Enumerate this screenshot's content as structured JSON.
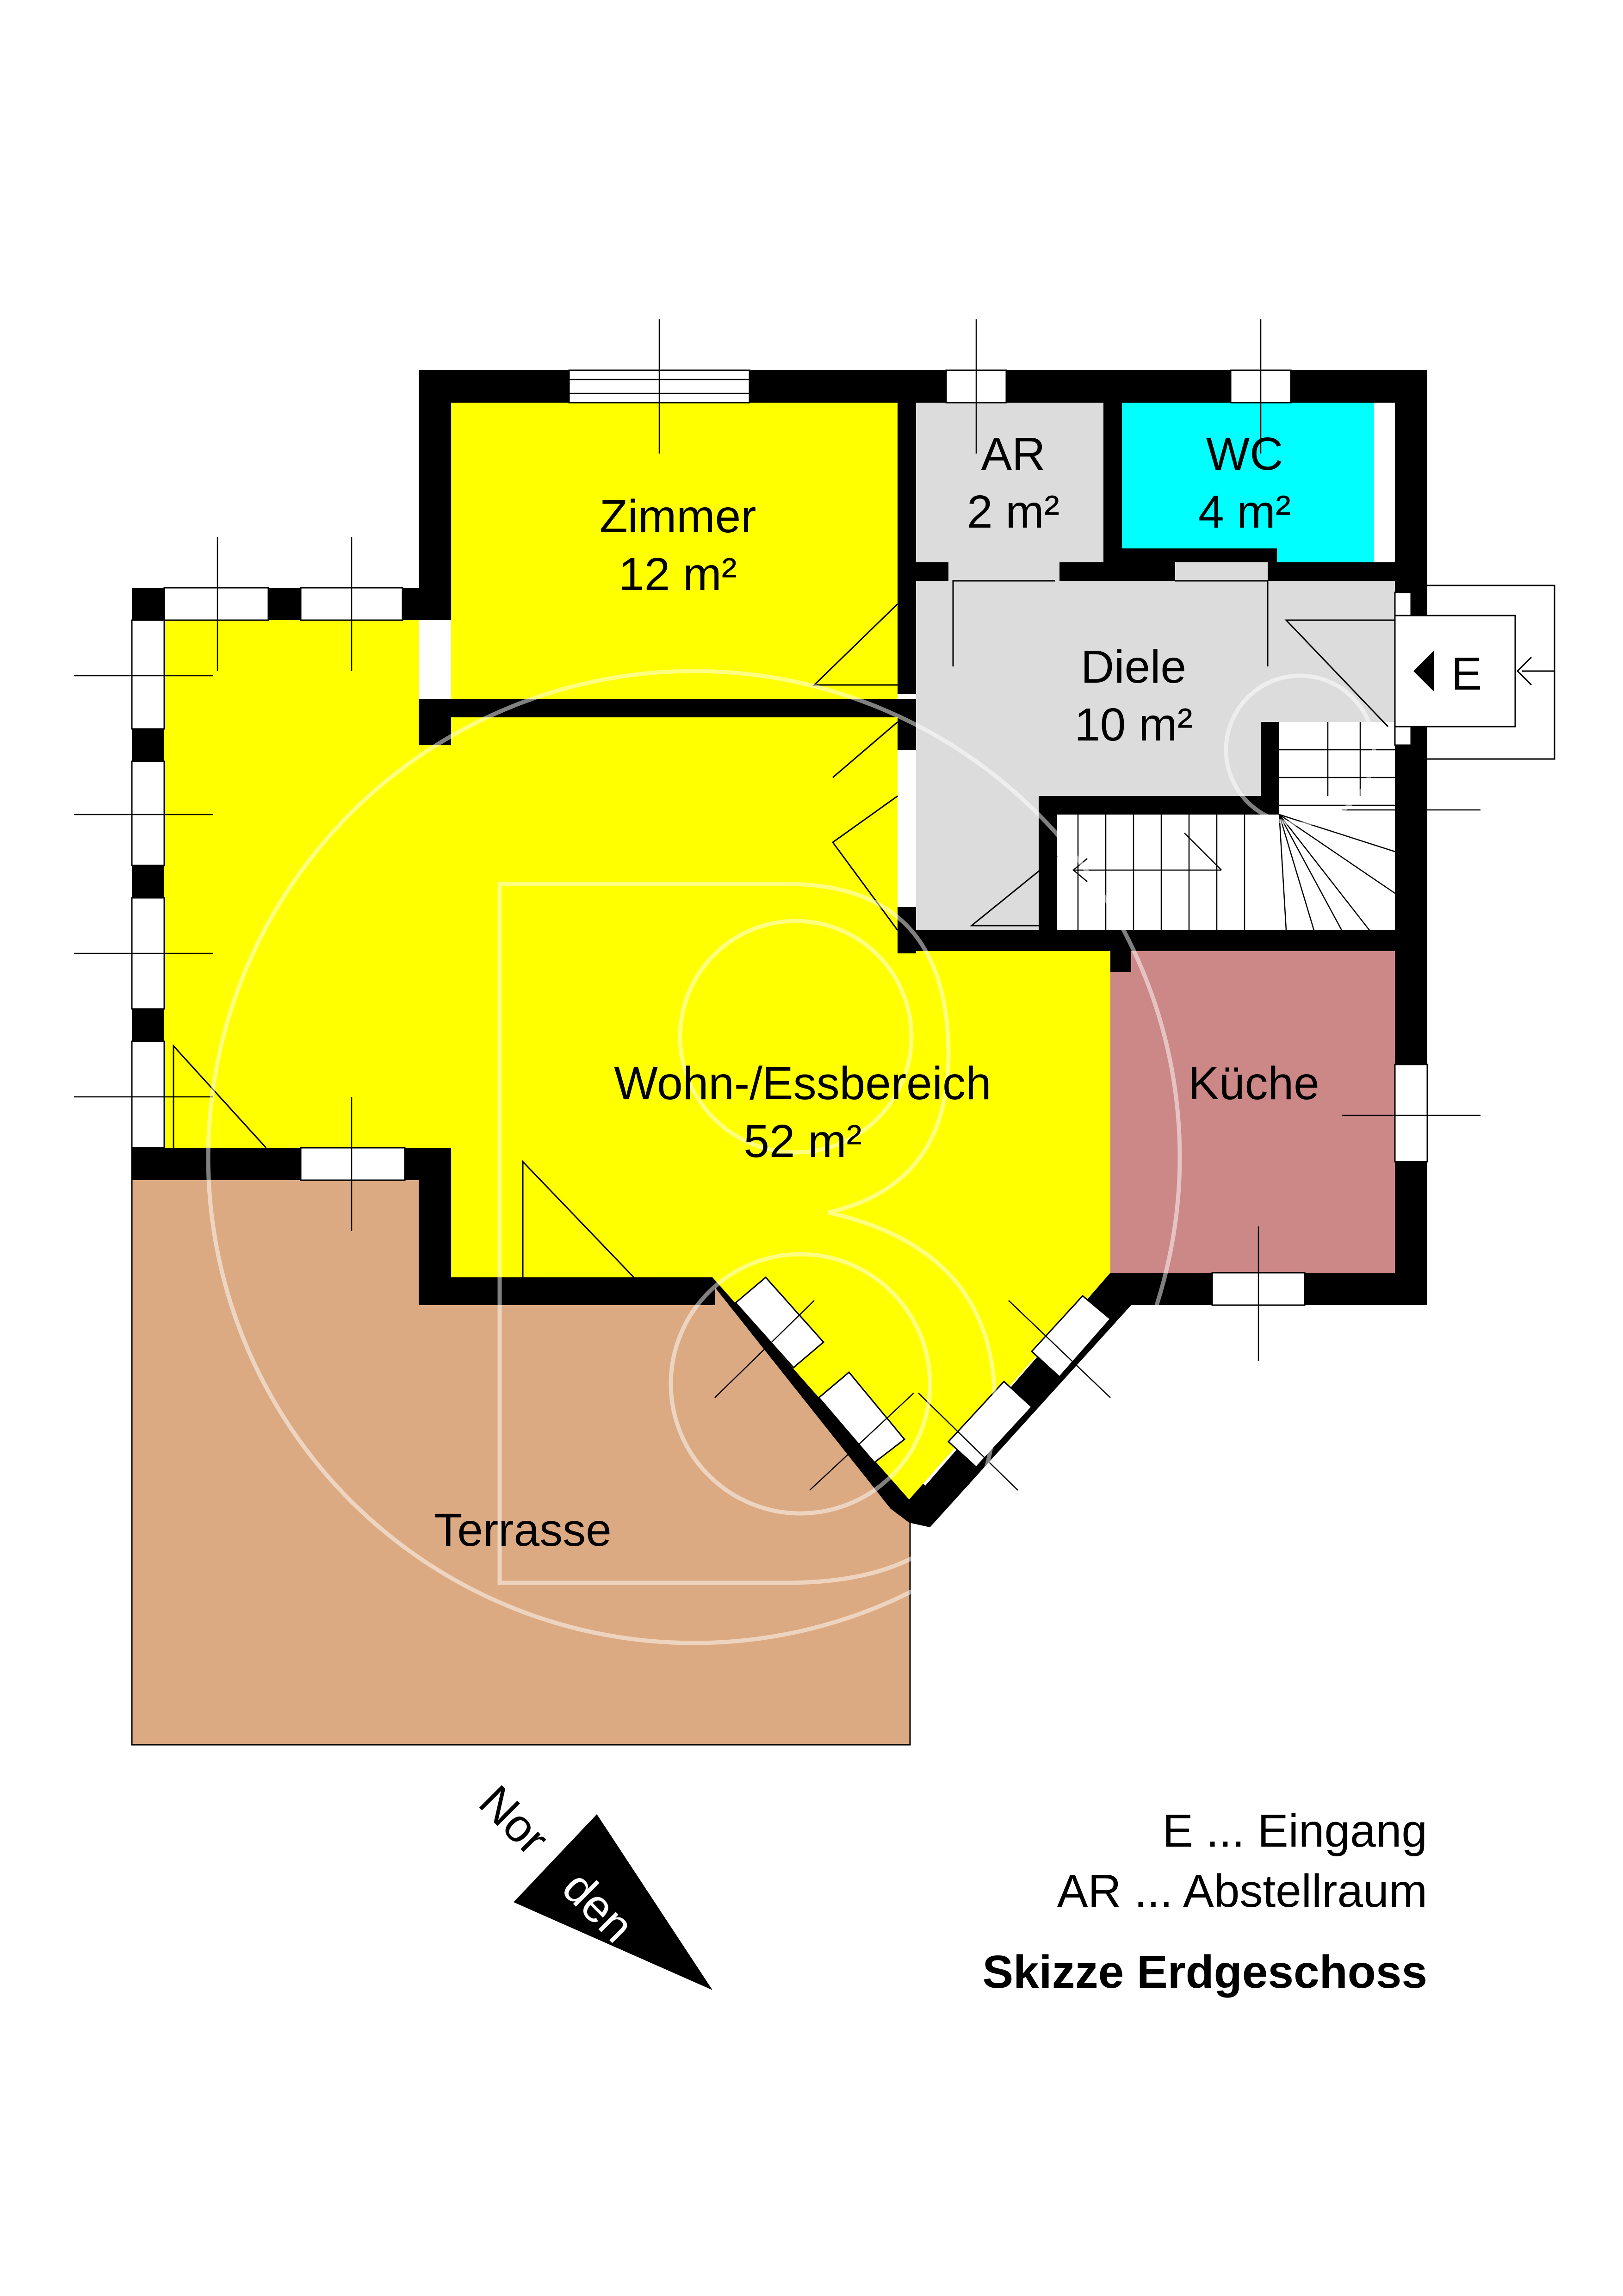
{
  "rooms": {
    "zimmer": {
      "name": "Zimmer",
      "area": "12 m²",
      "color": "#ffff00"
    },
    "ar": {
      "name": "AR",
      "area": "2 m²",
      "color": "#dcdcdc"
    },
    "wc": {
      "name": "WC",
      "area": "4 m²",
      "color": "#00ffff"
    },
    "diele": {
      "name": "Diele",
      "area": "10 m²",
      "color": "#dcdcdc"
    },
    "wohn": {
      "name": "Wohn-/Essbereich",
      "area": "52 m²",
      "color": "#ffff00"
    },
    "kueche": {
      "name": "Küche",
      "color": "#cc8787"
    },
    "terrasse": {
      "name": "Terrasse",
      "color": "#dcaa82"
    }
  },
  "entrance": {
    "label": "E"
  },
  "compass": {
    "label_part1": "Nor",
    "label_part2": "den"
  },
  "legend": {
    "line1": "E ... Eingang",
    "line2": "AR ... Abstellraum"
  },
  "title": "Skizze Erdgeschoss",
  "colors": {
    "wall": "#000000",
    "watermark": "#ffffff"
  }
}
